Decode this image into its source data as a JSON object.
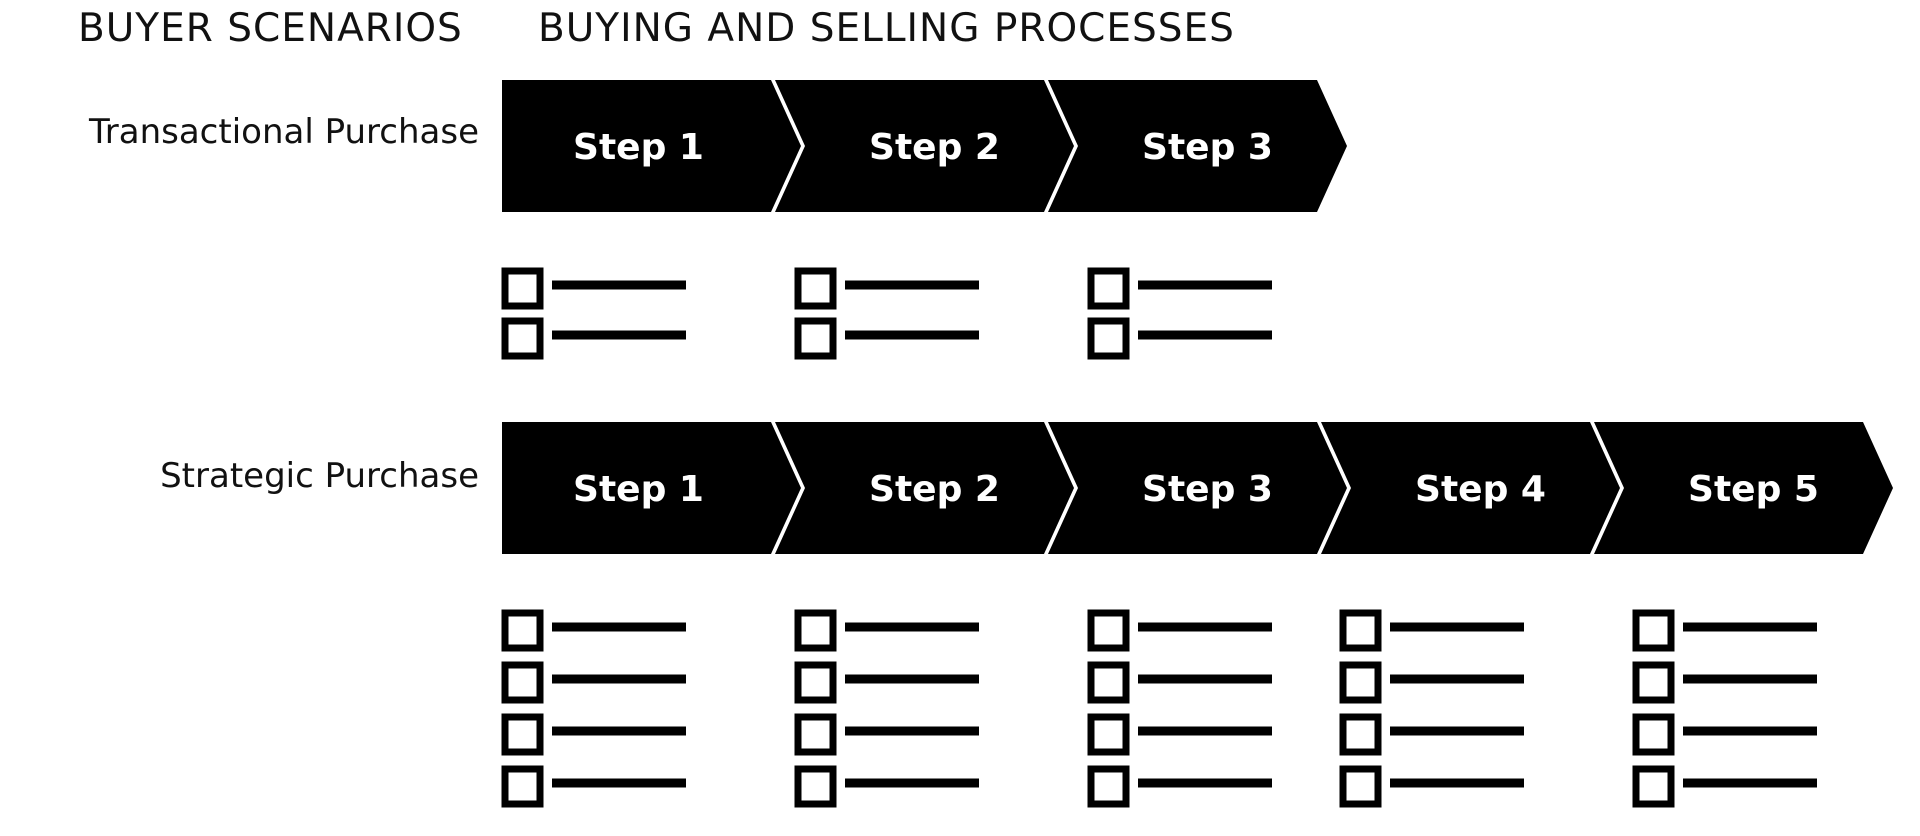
{
  "headers": {
    "scenarios": "BUYER SCENARIOS",
    "processes": "BUYING AND SELLING PROCESSES"
  },
  "colors": {
    "chevron_fill": "#000000",
    "chevron_text": "#ffffff",
    "checklist": "#000000"
  },
  "icons": {
    "checklist_item": "checkbox-line-icon"
  },
  "rows": [
    {
      "label": "Transactional Purchase",
      "steps": [
        {
          "label": "Step 1",
          "checklist_items": 2
        },
        {
          "label": "Step 2",
          "checklist_items": 2
        },
        {
          "label": "Step 3",
          "checklist_items": 2
        }
      ]
    },
    {
      "label": "Strategic Purchase",
      "steps": [
        {
          "label": "Step 1",
          "checklist_items": 4
        },
        {
          "label": "Step 2",
          "checklist_items": 4
        },
        {
          "label": "Step 3",
          "checklist_items": 4
        },
        {
          "label": "Step 4",
          "checklist_items": 4
        },
        {
          "label": "Step 5",
          "checklist_items": 4
        }
      ]
    }
  ]
}
